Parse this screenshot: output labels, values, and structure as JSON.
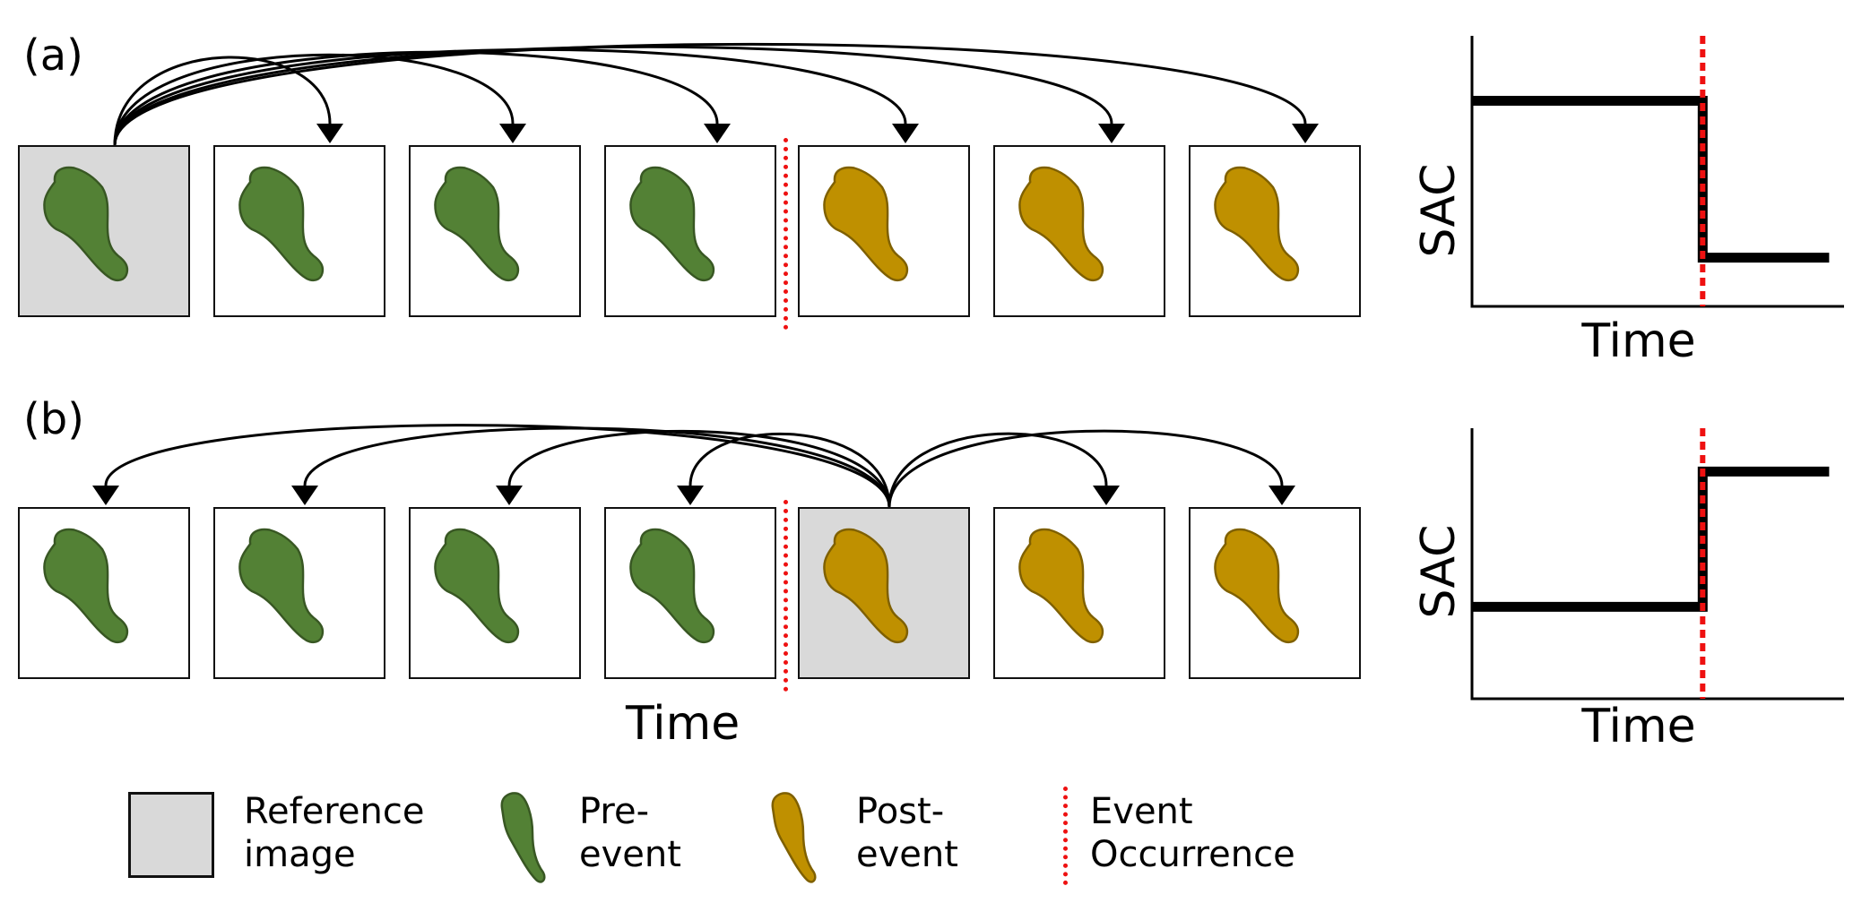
{
  "panels": [
    {
      "label": "(a)",
      "reference_index": 0,
      "frames": [
        {
          "state": "pre",
          "reference": true
        },
        {
          "state": "pre",
          "reference": false
        },
        {
          "state": "pre",
          "reference": false
        },
        {
          "state": "pre",
          "reference": false
        },
        {
          "state": "post",
          "reference": false
        },
        {
          "state": "post",
          "reference": false
        },
        {
          "state": "post",
          "reference": false
        }
      ],
      "event_after_frame": 3,
      "x_label": "",
      "sac_plot": {
        "ylabel": "SAC",
        "xlabel": "Time",
        "steps": [
          {
            "segment": "pre-event",
            "level": "high"
          },
          {
            "segment": "post-event",
            "level": "low"
          }
        ],
        "event_position": 0.62
      }
    },
    {
      "label": "(b)",
      "reference_index": 4,
      "frames": [
        {
          "state": "pre",
          "reference": false
        },
        {
          "state": "pre",
          "reference": false
        },
        {
          "state": "pre",
          "reference": false
        },
        {
          "state": "pre",
          "reference": false
        },
        {
          "state": "post",
          "reference": true
        },
        {
          "state": "post",
          "reference": false
        },
        {
          "state": "post",
          "reference": false
        }
      ],
      "event_after_frame": 3,
      "x_label": "Time",
      "sac_plot": {
        "ylabel": "SAC",
        "xlabel": "Time",
        "steps": [
          {
            "segment": "pre-event",
            "level": "low"
          },
          {
            "segment": "post-event",
            "level": "high"
          }
        ],
        "event_position": 0.62
      }
    }
  ],
  "colors": {
    "pre_event_fill": "#538135",
    "pre_event_stroke": "#385723",
    "post_event_fill": "#bf9000",
    "post_event_stroke": "#7f6000",
    "reference_bg": "#d9d9d9",
    "event_line": "#ee1111",
    "ink": "#000000"
  },
  "legend": {
    "reference": [
      "Reference",
      "image"
    ],
    "pre_event": [
      "Pre-",
      "event"
    ],
    "post_event": [
      "Post-",
      "event"
    ],
    "event": [
      "Event",
      "Occurrence"
    ]
  }
}
